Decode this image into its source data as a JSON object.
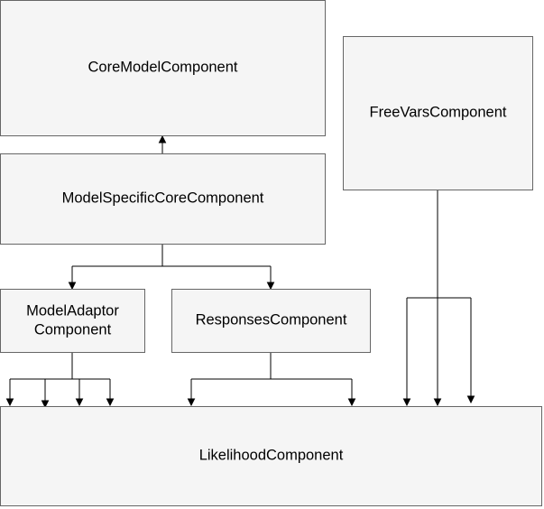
{
  "nodes": {
    "core_model": {
      "label": "CoreModelComponent"
    },
    "free_vars": {
      "label": "FreeVarsComponent"
    },
    "model_specific_core": {
      "label": "ModelSpecificCoreComponent"
    },
    "model_adaptor": {
      "label_line1": "ModelAdaptor",
      "label_line2": "Component"
    },
    "responses": {
      "label": "ResponsesComponent"
    },
    "likelihood": {
      "label": "LikelihoodComponent"
    }
  },
  "colors": {
    "box_fill": "#f5f5f5",
    "box_stroke": "#666666",
    "edge": "#000000",
    "text": "#000000"
  }
}
